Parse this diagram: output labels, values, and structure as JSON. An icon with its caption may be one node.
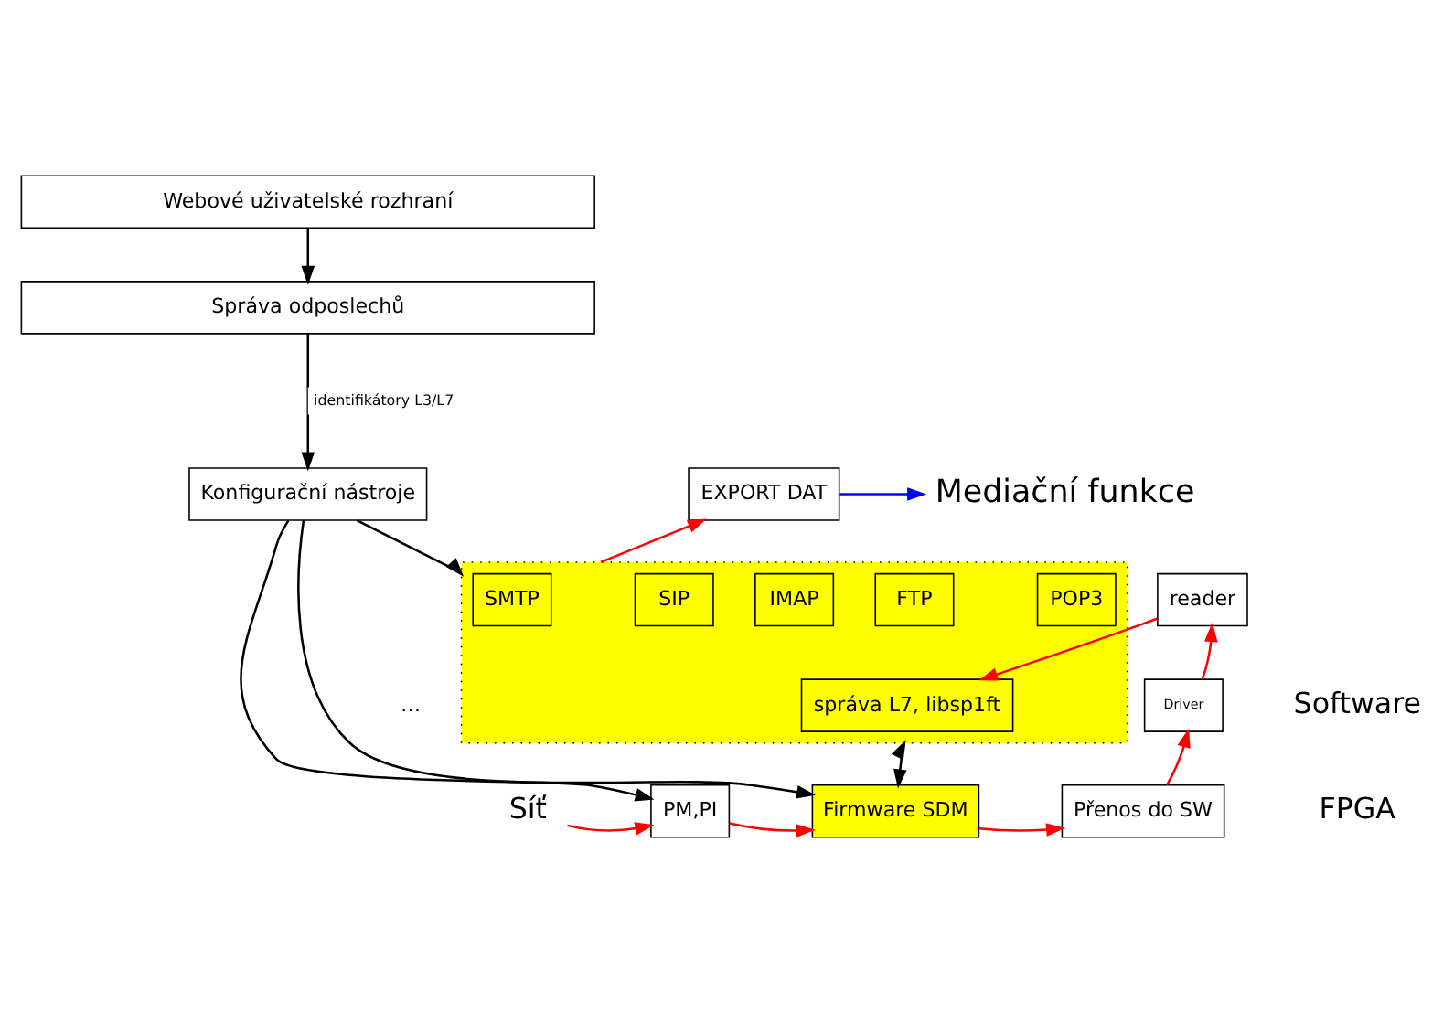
{
  "diagram": {
    "nodes": [
      {
        "text": [
          "Webové uživatelské rozhraní"
        ]
      },
      {
        "text": [
          "Správa odposlechů"
        ]
      },
      {
        "text": [
          "Konfigurační nástroje"
        ]
      },
      {
        "text": [],
        "shape": "box"
      },
      {
        "text": [
          "SMTP"
        ],
        "in": 3
      },
      {
        "text": [
          "SIP"
        ],
        "in": 3
      },
      {
        "text": [
          "FTP"
        ],
        "in": 3
      },
      {
        "text": [
          "POP3"
        ],
        "in": 3
      },
      {
        "text": [
          "IMAP"
        ],
        "in": 3
      },
      {
        "text": [
          "správa L7, libsp1ft"
        ],
        "in": 3
      },
      {
        "text": [
          "EXPORT DAT"
        ]
      },
      {
        "text": [
          "reader"
        ]
      },
      {
        "text": [
          "Driver"
        ]
      },
      {
        "text": [
          "PM,PI"
        ]
      },
      {
        "text": [
          "Firmware SDM"
        ]
      },
      {
        "text": [
          "Přenos do SW"
        ]
      },
      {
        "text": [
          "Síť"
        ]
      },
      {
        "text": [
          "Mediační funkce"
        ]
      }
    ],
    "edges": [
      {
        "from": 0,
        "to": 1,
        "arrow": "to",
        "color": "#000000"
      },
      {
        "from": 1,
        "to": 2,
        "arrow": "to",
        "label": "identifikátory L3/L7",
        "color": "#000000"
      },
      {
        "from": 2,
        "to": 3,
        "arrow": "to",
        "color": "#000000"
      },
      {
        "from": 2,
        "to": 13,
        "arrow": "to",
        "color": "#000000"
      },
      {
        "from": 2,
        "to": 14,
        "arrow": "to",
        "color": "#000000"
      },
      {
        "from": 3,
        "to": 14,
        "arrow": "both",
        "color": "#000000"
      },
      {
        "from": 16,
        "to": 13,
        "arrow": "to",
        "color": "#ff0000"
      },
      {
        "from": 13,
        "to": 14,
        "arrow": "to",
        "color": "#ff0000"
      },
      {
        "from": 14,
        "to": 15,
        "arrow": "to",
        "color": "#ff0000"
      },
      {
        "from": 15,
        "to": 12,
        "arrow": "to",
        "color": "#ff0000"
      },
      {
        "from": 12,
        "to": 11,
        "arrow": "to",
        "color": "#ff0000"
      },
      {
        "from": 11,
        "to": 9,
        "arrow": "to",
        "color": "#ff0000"
      },
      {
        "from": 3,
        "to": 10,
        "arrow": "to",
        "color": "#ff0000"
      },
      {
        "from": 10,
        "to": 17,
        "arrow": "to",
        "color": "#0000ff"
      }
    ],
    "labels": [
      "…",
      "Software",
      "FPGA"
    ]
  }
}
